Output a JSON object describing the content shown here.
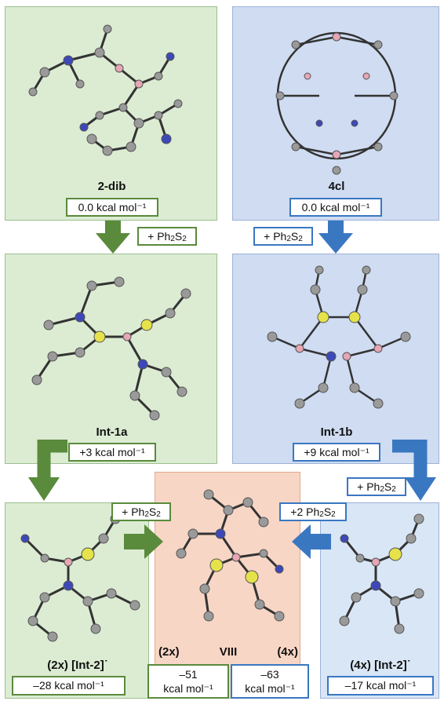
{
  "panels": {
    "p1": {
      "label": "2-dib",
      "energy": "0.0 kcal mol⁻¹"
    },
    "p2": {
      "label": "4cl",
      "energy": "0.0 kcal mol⁻¹"
    },
    "p3": {
      "label": "Int-1a",
      "energy": "+3 kcal mol⁻¹"
    },
    "p4": {
      "label": "Int-1b",
      "energy": "+9 kcal mol⁻¹"
    },
    "p5": {
      "label": "(2x) [Int-2]˙",
      "energy": "–28 kcal mol⁻¹"
    },
    "p6": {
      "label": "(4x) [Int-2]˙",
      "energy": "–17 kcal mol⁻¹"
    },
    "center": {
      "label": "VIII",
      "left_mult": "(2x)",
      "right_mult": "(4x)",
      "energy_left_value": "–51",
      "energy_left_unit": "kcal mol⁻¹",
      "energy_right_value": "–63",
      "energy_right_unit": "kcal mol⁻¹"
    }
  },
  "reagents": {
    "r1": {
      "prefix": "+ Ph",
      "sub1": "2",
      "mid": "S",
      "sub2": "2"
    },
    "r2": {
      "prefix": "+ Ph",
      "sub1": "2",
      "mid": "S",
      "sub2": "2"
    },
    "r3": {
      "prefix": "+ Ph",
      "sub1": "2",
      "mid": "S",
      "sub2": "2"
    },
    "r4": {
      "prefix": "+ Ph",
      "sub1": "2",
      "mid": "S",
      "sub2": "2"
    },
    "r5": {
      "prefix": "+2 Ph",
      "sub1": "2",
      "mid": "S",
      "sub2": "2"
    }
  },
  "colors": {
    "green_arrow": "#5a8a3c",
    "blue_arrow": "#3a77c1",
    "sulfur": "#e6e34a",
    "boron": "#e7a6b4",
    "nitrogen": "#3d48b8",
    "carbon": "#8b8b8b"
  }
}
